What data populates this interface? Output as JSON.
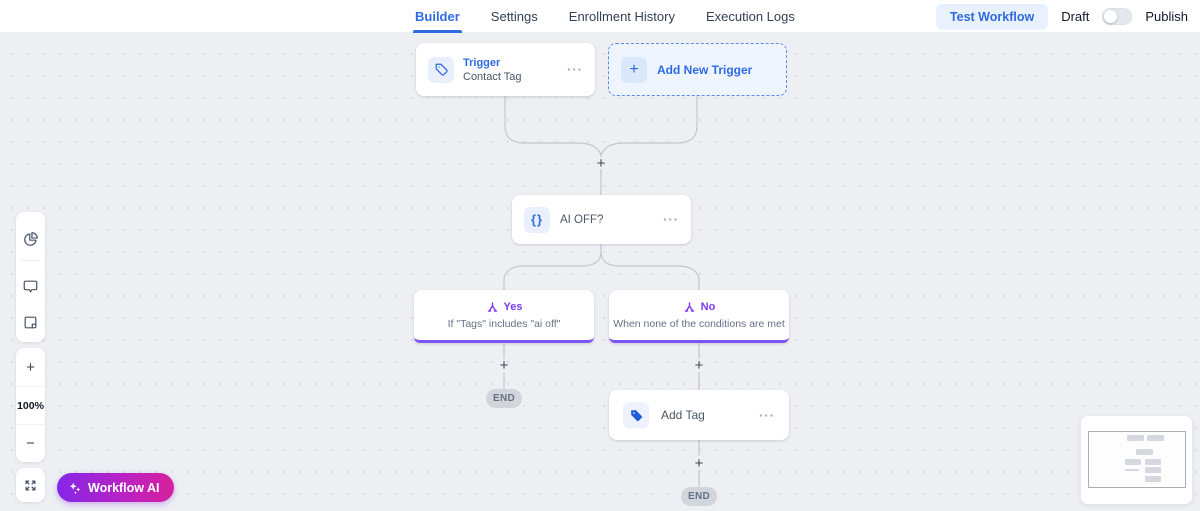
{
  "colors": {
    "accent_blue": "#2f6be0",
    "light_blue_bg": "#e9f1fe",
    "branch_purple": "#7c3aed",
    "branch_bar_purple": "#7d55f3",
    "ai_gradient_start": "#8327e8",
    "ai_gradient_end": "#d6219c",
    "canvas_bg": "#edeff3",
    "end_badge_bg": "#d2d6dc",
    "add_tag_icon_blue": "#1d5dd8"
  },
  "header": {
    "tabs": [
      {
        "label": "Builder"
      },
      {
        "label": "Settings"
      },
      {
        "label": "Enrollment History"
      },
      {
        "label": "Execution Logs"
      }
    ],
    "test_workflow_label": "Test Workflow",
    "draft_label": "Draft",
    "publish_label": "Publish"
  },
  "canvas": {
    "menu_glyph": "···",
    "plus_glyph": "+",
    "end_badge": "END",
    "trigger_node": {
      "title": "Trigger",
      "subtitle": "Contact Tag"
    },
    "add_trigger_node": {
      "label": "Add New Trigger",
      "plus": "+"
    },
    "condition_node": {
      "title": "AI OFF?",
      "icon_glyph": "{}"
    },
    "yes_branch": {
      "label": "Yes",
      "condition": "If \"Tags\" includes \"ai off\""
    },
    "no_branch": {
      "label": "No",
      "condition": "When none of the conditions are met"
    },
    "action_node": {
      "title": "Add Tag"
    }
  },
  "toolbar": {
    "zoom_in": "+",
    "zoom_level": "100%",
    "zoom_out": "−"
  },
  "workflow_ai": {
    "label": "Workflow AI"
  }
}
